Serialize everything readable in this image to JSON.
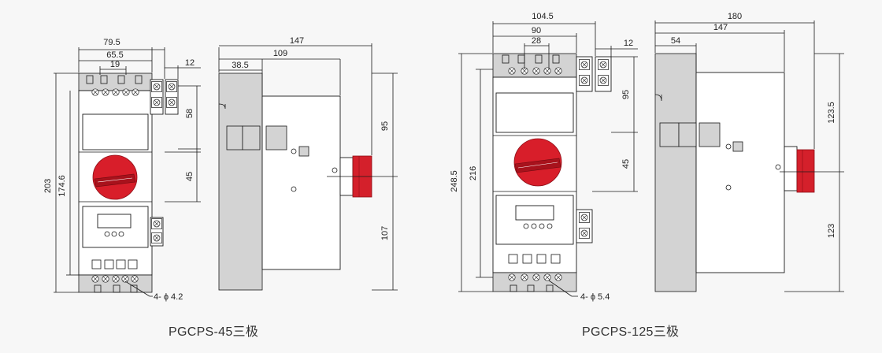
{
  "models": [
    {
      "caption": "PGCPS-45三极",
      "dims": {
        "w79": "79.5",
        "w65": "65.5",
        "w19": "19",
        "w12": "12",
        "h203": "203",
        "h174": "174.6",
        "h58": "58",
        "h45": "45",
        "hole": "4- ϕ 4.2",
        "s147": "147",
        "s109": "109",
        "s38": "38.5",
        "s95": "95",
        "s107": "107"
      }
    },
    {
      "caption": "PGCPS-125三极",
      "dims": {
        "w104": "104.5",
        "w90": "90",
        "w28": "28",
        "w12": "12",
        "h248": "248.5",
        "h216": "216",
        "h95": "95",
        "h45": "45",
        "hole": "4- ϕ 5.4",
        "s180": "180",
        "s147": "147",
        "s54": "54",
        "s123a": "123.5",
        "s123": "123"
      }
    }
  ],
  "colors": {
    "knob": "#d81e2a",
    "knob_dark": "#a8121c",
    "handle": "#d4202b"
  }
}
